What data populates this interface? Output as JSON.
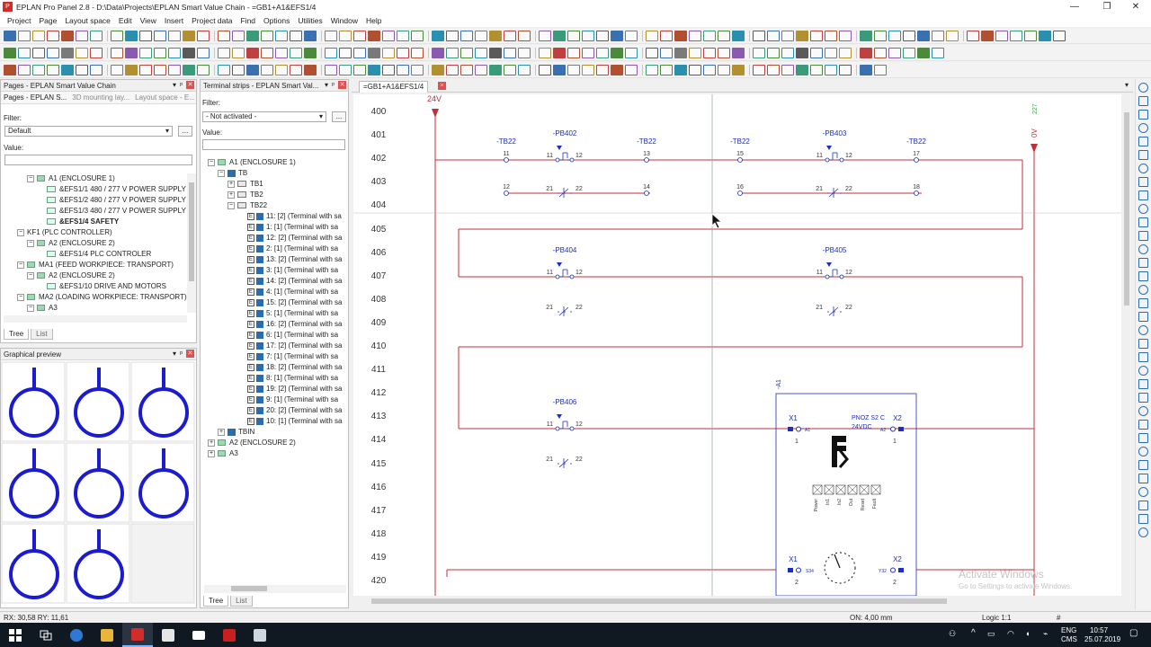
{
  "window": {
    "title": "EPLAN Pro Panel 2.8 - D:\\Data\\Projects\\EPLAN Smart Value Chain - =GB1+A1&EFS1/4",
    "minimize": "—",
    "restore": "❐",
    "close": "✕"
  },
  "menu": [
    "Project",
    "Page",
    "Layout space",
    "Edit",
    "View",
    "Insert",
    "Project data",
    "Find",
    "Options",
    "Utilities",
    "Window",
    "Help"
  ],
  "pages_panel": {
    "title": "Pages - EPLAN Smart Value Chain",
    "tabs": [
      "Pages - EPLAN S...",
      "3D mounting lay...",
      "Layout space - E..."
    ],
    "filter_label": "Filter:",
    "filter_value": "Default",
    "browse": "...",
    "value_label": "Value:",
    "tree": [
      {
        "indent": 2,
        "exp": "-",
        "icon": "struct",
        "label": "A1 (ENCLOSURE 1)"
      },
      {
        "indent": 3,
        "icon": "page",
        "label": "&EFS1/1 480 / 277 V POWER SUPPLY"
      },
      {
        "indent": 3,
        "icon": "page",
        "label": "&EFS1/2 480 / 277 V POWER SUPPLY"
      },
      {
        "indent": 3,
        "icon": "page",
        "label": "&EFS1/3 480 / 277 V POWER SUPPLY"
      },
      {
        "indent": 3,
        "icon": "page",
        "label": "&EFS1/4 SAFETY",
        "selected": true
      },
      {
        "indent": 1,
        "exp": "-",
        "icon": "",
        "label": "KF1 (PLC CONTROLLER)"
      },
      {
        "indent": 2,
        "exp": "-",
        "icon": "struct",
        "label": "A2 (ENCLOSURE 2)"
      },
      {
        "indent": 3,
        "icon": "page",
        "label": "&EFS1/4 PLC CONTROLER"
      },
      {
        "indent": 1,
        "exp": "-",
        "icon": "struct",
        "label": "MA1 (FEED WORKPIECE: TRANSPORT)"
      },
      {
        "indent": 2,
        "exp": "-",
        "icon": "struct",
        "label": "A2 (ENCLOSURE 2)"
      },
      {
        "indent": 3,
        "icon": "page",
        "label": "&EFS1/10 DRIVE AND MOTORS"
      },
      {
        "indent": 1,
        "exp": "-",
        "icon": "struct",
        "label": "MA2 (LOADING WORKPIECE: TRANSPORT)"
      },
      {
        "indent": 2,
        "exp": "-",
        "icon": "struct",
        "label": "A3"
      }
    ],
    "bottom_tabs": [
      "Tree",
      "List"
    ]
  },
  "preview_panel": {
    "title": "Graphical preview",
    "symbol_count": 8
  },
  "terminal_panel": {
    "title": "Terminal strips - EPLAN Smart Val...",
    "filter_label": "Filter:",
    "filter_value": "- Not activated -",
    "browse": "...",
    "value_label": "Value:",
    "tree": [
      {
        "indent": 0,
        "exp": "-",
        "icon": "struct",
        "label": "A1 (ENCLOSURE 1)"
      },
      {
        "indent": 1,
        "exp": "-",
        "icon": "tb",
        "label": "TB"
      },
      {
        "indent": 2,
        "exp": "+",
        "icon": "xx",
        "label": "TB1"
      },
      {
        "indent": 2,
        "exp": "+",
        "icon": "xx",
        "label": "TB2"
      },
      {
        "indent": 2,
        "exp": "-",
        "icon": "xx",
        "label": "TB22"
      },
      {
        "indent": 3,
        "icon": "term",
        "label": "11: [2] (Terminal with sa"
      },
      {
        "indent": 3,
        "icon": "term",
        "label": "1: [1] (Terminal with sa"
      },
      {
        "indent": 3,
        "icon": "term",
        "label": "12: [2] (Terminal with sa"
      },
      {
        "indent": 3,
        "icon": "term",
        "label": "2: [1] (Terminal with sa"
      },
      {
        "indent": 3,
        "icon": "term",
        "label": "13: [2] (Terminal with sa"
      },
      {
        "indent": 3,
        "icon": "term",
        "label": "3: [1] (Terminal with sa"
      },
      {
        "indent": 3,
        "icon": "term",
        "label": "14: [2] (Terminal with sa"
      },
      {
        "indent": 3,
        "icon": "term",
        "label": "4: [1] (Terminal with sa"
      },
      {
        "indent": 3,
        "icon": "term",
        "label": "15: [2] (Terminal with sa"
      },
      {
        "indent": 3,
        "icon": "term",
        "label": "5: [1] (Terminal with sa"
      },
      {
        "indent": 3,
        "icon": "term",
        "label": "16: [2] (Terminal with sa"
      },
      {
        "indent": 3,
        "icon": "term",
        "label": "6: [1] (Terminal with sa"
      },
      {
        "indent": 3,
        "icon": "term",
        "label": "17: [2] (Terminal with sa"
      },
      {
        "indent": 3,
        "icon": "term",
        "label": "7: [1] (Terminal with sa"
      },
      {
        "indent": 3,
        "icon": "term",
        "label": "18: [2] (Terminal with sa"
      },
      {
        "indent": 3,
        "icon": "term",
        "label": "8: [1] (Terminal with sa"
      },
      {
        "indent": 3,
        "icon": "term",
        "label": "19: [2] (Terminal with sa"
      },
      {
        "indent": 3,
        "icon": "term",
        "label": "9: [1] (Terminal with sa"
      },
      {
        "indent": 3,
        "icon": "term",
        "label": "20: [2] (Terminal with sa"
      },
      {
        "indent": 3,
        "icon": "term",
        "label": "10: [1] (Terminal with sa"
      },
      {
        "indent": 1,
        "exp": "+",
        "icon": "tb",
        "label": "TBIN"
      },
      {
        "indent": 0,
        "exp": "+",
        "icon": "struct",
        "label": "A2 (ENCLOSURE 2)"
      },
      {
        "indent": 0,
        "exp": "+",
        "icon": "struct",
        "label": "A3"
      }
    ],
    "bottom_tabs": [
      "Tree",
      "List"
    ]
  },
  "document_tab": {
    "label": "=GB1+A1&EFS1/4",
    "close": "×"
  },
  "schematic": {
    "line_numbers": [
      "400",
      "401",
      "402",
      "403",
      "404",
      "405",
      "406",
      "407",
      "408",
      "409",
      "410",
      "411",
      "412",
      "413",
      "414",
      "415",
      "416",
      "417",
      "418",
      "419",
      "420"
    ],
    "potential_24v": "24V",
    "potential_0v": "0V",
    "potential_ref": "227",
    "tb22": "-TB22",
    "terminals": {
      "t11": "11",
      "t12": "12",
      "t13": "13",
      "t14": "14",
      "t15": "15",
      "t16": "16",
      "t17": "17",
      "t18": "18"
    },
    "buttons": {
      "pb402": {
        "name": "-PB402",
        "no_a": "11",
        "no_b": "12",
        "nc_a": "21",
        "nc_b": "22"
      },
      "pb403": {
        "name": "-PB403",
        "no_a": "11",
        "no_b": "12",
        "nc_a": "21",
        "nc_b": "22"
      },
      "pb404": {
        "name": "-PB404",
        "no_a": "11",
        "no_b": "12",
        "nc_a": "21",
        "nc_b": "22"
      },
      "pb405": {
        "name": "-PB405",
        "no_a": "11",
        "no_b": "12",
        "nc_a": "21",
        "nc_b": "22"
      },
      "pb406": {
        "name": "-PB406",
        "no_a": "11",
        "no_b": "12",
        "nc_a": "21",
        "nc_b": "22"
      }
    },
    "device": {
      "name": "-A1",
      "type": "PNOZ S2 C",
      "voltage": "24VDC",
      "x1": "X1",
      "x2": "X2",
      "a1": "A1",
      "a2": "A2",
      "pin1": "1",
      "pin2": "2",
      "s34": "S34",
      "y32": "Y32",
      "leds": [
        "Power",
        "In1",
        "In2",
        "Out",
        "Reset",
        "Fault"
      ]
    }
  },
  "watermark": {
    "line1": "Activate Windows",
    "line2": "Go to Settings to activate Windows."
  },
  "status": {
    "coords": "RX: 30,58     RY: 11,61",
    "grid": "ON: 4,00 mm",
    "logic": "Logic 1:1",
    "hash": "#"
  },
  "taskbar": {
    "lang1": "ENG",
    "lang2": "CMS",
    "time": "10:57",
    "date": "25.07.2019",
    "caret": "^"
  },
  "colors": {
    "wire_red": "#c0303a",
    "symbol_blue": "#1a2fbf",
    "device_blue": "#1b1bd0",
    "lineno_gray": "#333333",
    "potential_green": "#3fa34d"
  }
}
